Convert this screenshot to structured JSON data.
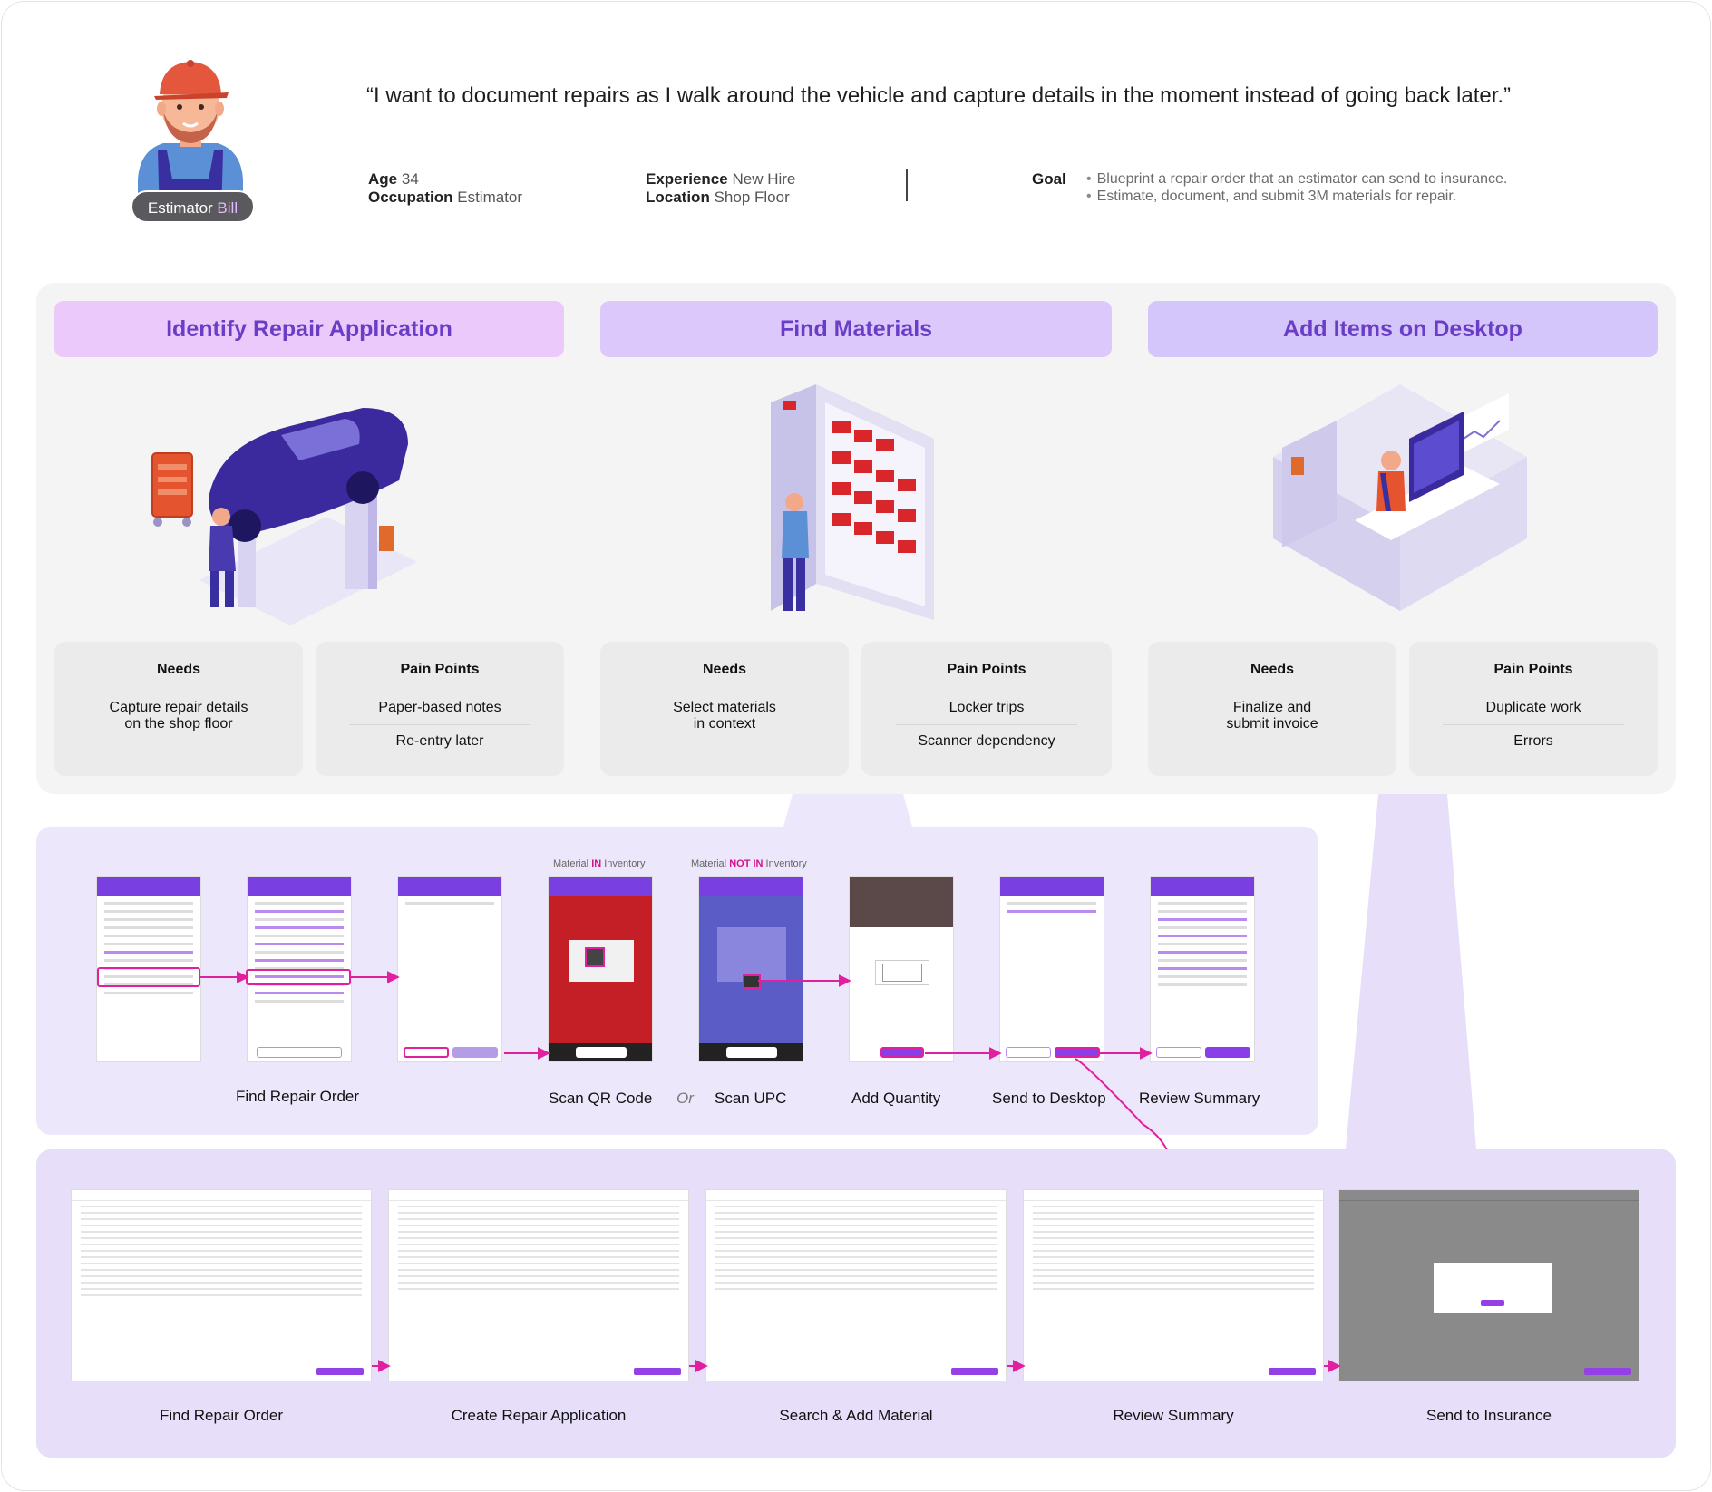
{
  "persona": {
    "badge_prefix": "Estimator",
    "badge_name": "Bill",
    "quote": "“I want to document repairs as I walk around the vehicle and capture details in the moment instead of going back later.”",
    "age_label": "Age",
    "age_value": "34",
    "occupation_label": "Occupation",
    "occupation_value": "Estimator",
    "experience_label": "Experience",
    "experience_value": "New Hire",
    "location_label": "Location",
    "location_value": "Shop Floor",
    "goal_label": "Goal",
    "goals": [
      "Blueprint a repair order that an estimator can send to insurance.",
      "Estimate, document, and submit 3M materials for repair."
    ]
  },
  "stages": [
    {
      "title": "Identify Repair Application",
      "color": "#ecc9fb",
      "needs_title": "Needs",
      "needs": [
        "Capture repair details",
        "on the shop floor"
      ],
      "pain_title": "Pain Points",
      "pains": [
        "Paper-based notes",
        "Re-entry later"
      ]
    },
    {
      "title": "Find Materials",
      "color": "#dcc8fb",
      "needs_title": "Needs",
      "needs": [
        "Select materials",
        "in context"
      ],
      "pain_title": "Pain Points",
      "pains": [
        "Locker trips",
        "Scanner dependency"
      ]
    },
    {
      "title": "Add Items on Desktop",
      "color": "#d4c6fa",
      "needs_title": "Needs",
      "needs": [
        "Finalize and",
        "submit invoice"
      ],
      "pain_title": "Pain Points",
      "pains": [
        "Duplicate work",
        "Errors"
      ]
    }
  ],
  "mobile_flow": {
    "in_inventory_pre": "Material",
    "in_inventory_hi": "IN",
    "in_inventory_post": "Inventory",
    "not_in_inventory_pre": "Material",
    "not_in_inventory_hi": "NOT IN",
    "not_in_inventory_post": "Inventory",
    "or_label": "Or",
    "steps": [
      "Find Repair Order",
      "Scan QR Code",
      "Scan UPC",
      "Add Quantity",
      "Send to Desktop",
      "Review Summary"
    ]
  },
  "desktop_flow": {
    "steps": [
      "Find Repair Order",
      "Create Repair Application",
      "Search & Add Material",
      "Review Summary",
      "Send to Insurance"
    ]
  },
  "colors": {
    "accent": "#6a3dc6",
    "magenta": "#e0209f",
    "app_purple": "#7a3fe0"
  }
}
